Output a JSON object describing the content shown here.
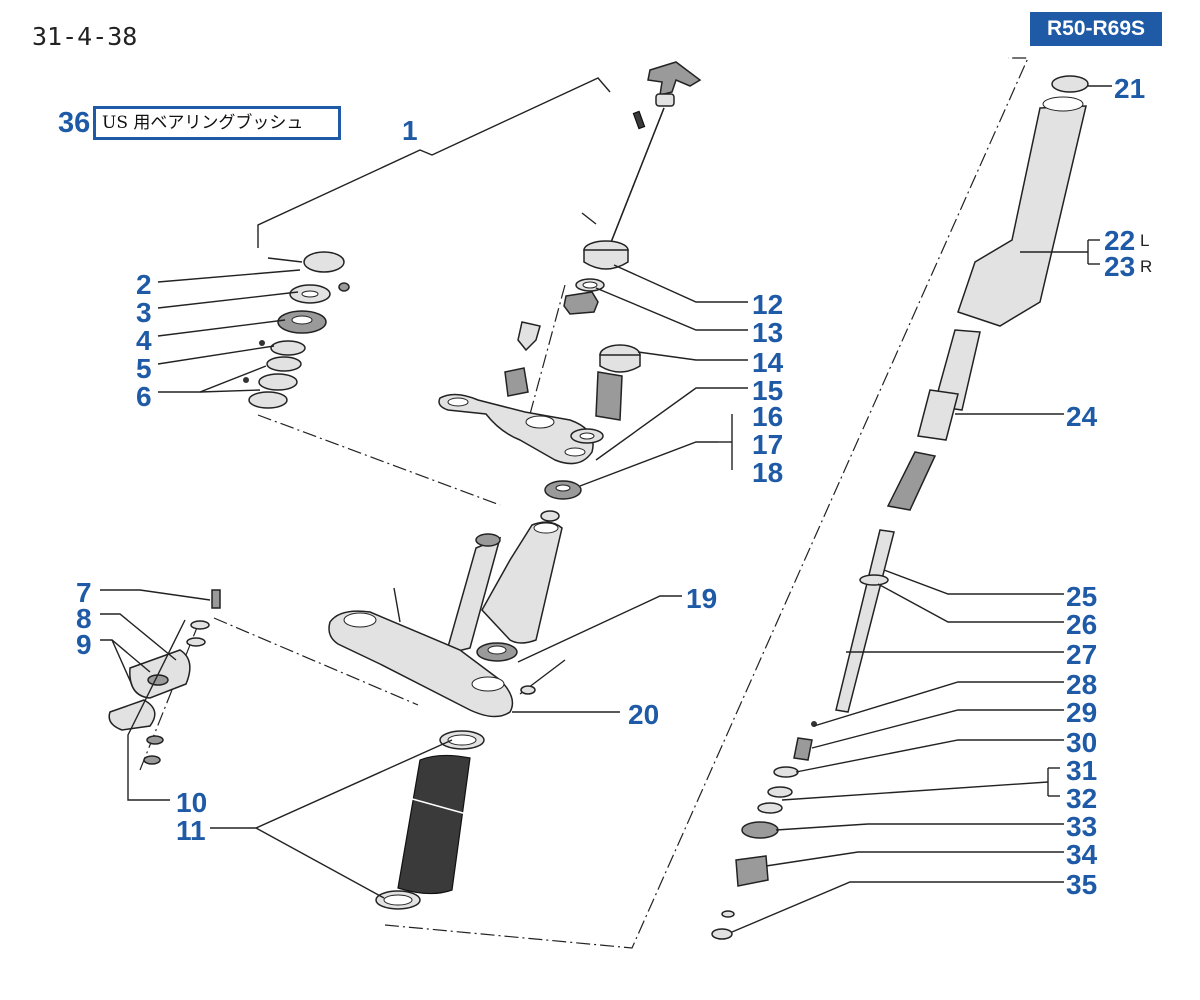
{
  "page_id": "31-4-38",
  "model_badge": "R50-R69S",
  "bushing_note": {
    "number": "36",
    "text": "US 用ベアリングブッシュ"
  },
  "callouts": [
    {
      "id": "1",
      "label": "1"
    },
    {
      "id": "2",
      "label": "2"
    },
    {
      "id": "3",
      "label": "3"
    },
    {
      "id": "4",
      "label": "4"
    },
    {
      "id": "5",
      "label": "5"
    },
    {
      "id": "6",
      "label": "6"
    },
    {
      "id": "7",
      "label": "7"
    },
    {
      "id": "8",
      "label": "8"
    },
    {
      "id": "9",
      "label": "9"
    },
    {
      "id": "10",
      "label": "10"
    },
    {
      "id": "11",
      "label": "11"
    },
    {
      "id": "12",
      "label": "12"
    },
    {
      "id": "13",
      "label": "13"
    },
    {
      "id": "14",
      "label": "14"
    },
    {
      "id": "15",
      "label": "15"
    },
    {
      "id": "16",
      "label": "16"
    },
    {
      "id": "17",
      "label": "17"
    },
    {
      "id": "18",
      "label": "18"
    },
    {
      "id": "19",
      "label": "19"
    },
    {
      "id": "20",
      "label": "20"
    },
    {
      "id": "21",
      "label": "21"
    },
    {
      "id": "22",
      "label": "22",
      "suffix": "L"
    },
    {
      "id": "23",
      "label": "23",
      "suffix": "R"
    },
    {
      "id": "24",
      "label": "24"
    },
    {
      "id": "25",
      "label": "25"
    },
    {
      "id": "26",
      "label": "26"
    },
    {
      "id": "27",
      "label": "27"
    },
    {
      "id": "28",
      "label": "28"
    },
    {
      "id": "29",
      "label": "29"
    },
    {
      "id": "30",
      "label": "30"
    },
    {
      "id": "31",
      "label": "31"
    },
    {
      "id": "32",
      "label": "32"
    },
    {
      "id": "33",
      "label": "33"
    },
    {
      "id": "34",
      "label": "34"
    },
    {
      "id": "35",
      "label": "35"
    }
  ]
}
